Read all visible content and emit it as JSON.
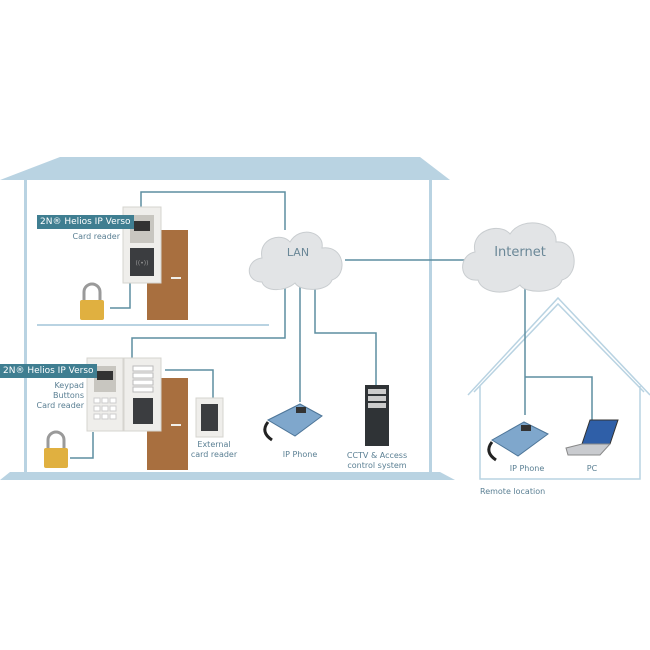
{
  "colors": {
    "wire": "#5d8ea0",
    "building": "#b9d3e2",
    "door": "#a86f3f",
    "tag": "#3f7e91",
    "label": "#5a7f93"
  },
  "clouds": {
    "lan": "LAN",
    "internet": "Internet"
  },
  "upper_device": {
    "title": "2N® Helios IP Verso",
    "features": "Card reader"
  },
  "lower_device": {
    "title": "2N® Helios IP Verso",
    "features": [
      "Keypad",
      "Buttons",
      "Card reader"
    ]
  },
  "external_reader": {
    "label": [
      "External",
      "card reader"
    ]
  },
  "office_phone": {
    "label": "IP Phone"
  },
  "server": {
    "label": [
      "CCTV & Access",
      "control system"
    ]
  },
  "remote": {
    "phone_label": "IP Phone",
    "pc_label": "PC",
    "location_label": "Remote location"
  },
  "icons": [
    "padlock-icon",
    "door-icon",
    "intercom-icon",
    "card-reader-icon",
    "desk-phone-icon",
    "server-tower-icon",
    "laptop-icon",
    "cloud-icon"
  ]
}
